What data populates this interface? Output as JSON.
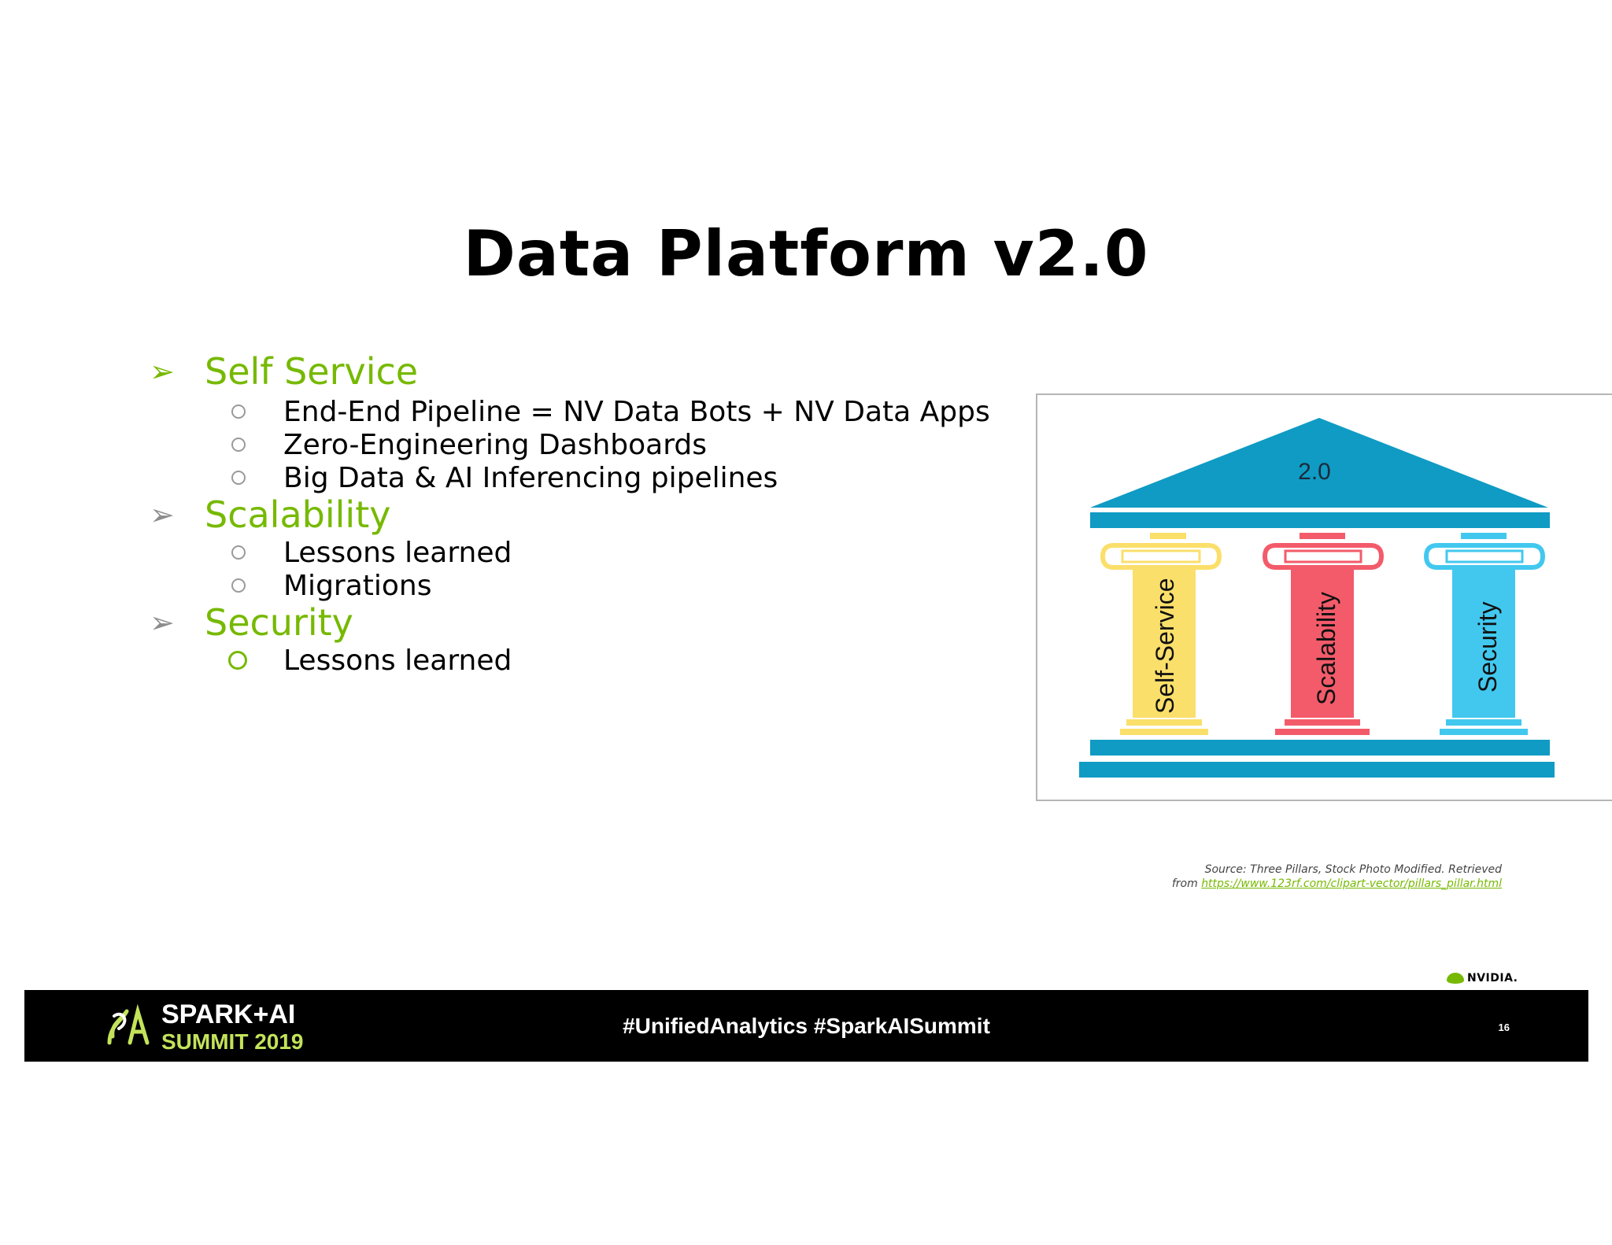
{
  "slide": {
    "title": "Data Platform v2.0"
  },
  "bullets": [
    {
      "label": "Self Service",
      "items": [
        "End-End Pipeline = NV Data Bots + NV Data Apps",
        "Zero-Engineering Dashboards",
        "Big Data & AI Inferencing pipelines"
      ]
    },
    {
      "label": "Scalability",
      "items": [
        "Lessons learned",
        "Migrations"
      ]
    },
    {
      "label": "Security",
      "items": [
        "Lessons learned"
      ]
    }
  ],
  "icons": {
    "arrow_bullet": "➢",
    "circle_bullet": "○"
  },
  "pillars_image": {
    "roof_label": "2.0",
    "pillars": [
      {
        "label": "Self-Service",
        "color": "#fbdf6b"
      },
      {
        "label": "Scalability",
        "color": "#f35b6a"
      },
      {
        "label": "Security",
        "color": "#42c8ef"
      }
    ],
    "structure_color": "#0f9bc4"
  },
  "source": {
    "line1": "Source: Three Pillars, Stock Photo Modified. Retrieved",
    "line2_prefix": "from ",
    "link": "https://www.123rf.com/clipart-vector/pillars_pillar.html"
  },
  "nvidia": {
    "word": "NVIDIA."
  },
  "footer": {
    "logo_line1": "SPARK+AI",
    "logo_line2": "SUMMIT 2019",
    "hashtags": "#UnifiedAnalytics #SparkAISummit",
    "page_number": "16"
  },
  "colors": {
    "accent_green": "#76b900",
    "footer_bg": "#000000"
  }
}
